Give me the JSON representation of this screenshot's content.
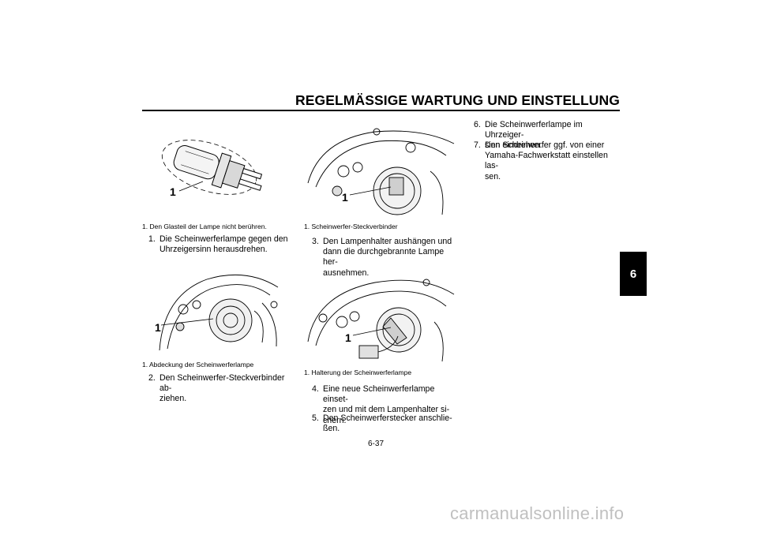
{
  "header": {
    "title": "REGELMÄSSIGE WARTUNG UND EINSTELLUNG"
  },
  "chapter_tab": "6",
  "figures": {
    "fig1": {
      "callout": "1",
      "caption": "1.  Den Glasteil der Lampe nicht berühren."
    },
    "fig2": {
      "callout": "1",
      "caption": "1.  Abdeckung der Scheinwerferlampe"
    },
    "fig3": {
      "callout": "1",
      "caption": "1.  Scheinwerfer-Steckverbinder"
    },
    "fig4": {
      "callout": "1",
      "caption": "1.  Halterung der Scheinwerferlampe"
    }
  },
  "steps": [
    {
      "num": "1.",
      "text": "Die Scheinwerferlampe gegen den\nUhrzeigersinn herausdrehen."
    },
    {
      "num": "2.",
      "text": "Den Scheinwerfer-Steckverbinder ab-\nziehen."
    },
    {
      "num": "3.",
      "text": "Den Lampenhalter aushängen und\ndann die durchgebrannte Lampe her-\nausnehmen."
    },
    {
      "num": "4.",
      "text": "Eine neue Scheinwerferlampe einset-\nzen und mit dem Lampenhalter si-\nchern."
    },
    {
      "num": "5.",
      "text": "Den Scheinwerferstecker anschlie-\nßen."
    },
    {
      "num": "6.",
      "text": "Die Scheinwerferlampe im Uhrzeiger-\nsinn eindrehen."
    },
    {
      "num": "7.",
      "text": "Den Scheinwerfer ggf. von einer\nYamaha-Fachwerkstatt einstellen las-\nsen."
    }
  ],
  "footer": {
    "page_number": "6-37",
    "watermark": "carmanualsonline.info"
  }
}
